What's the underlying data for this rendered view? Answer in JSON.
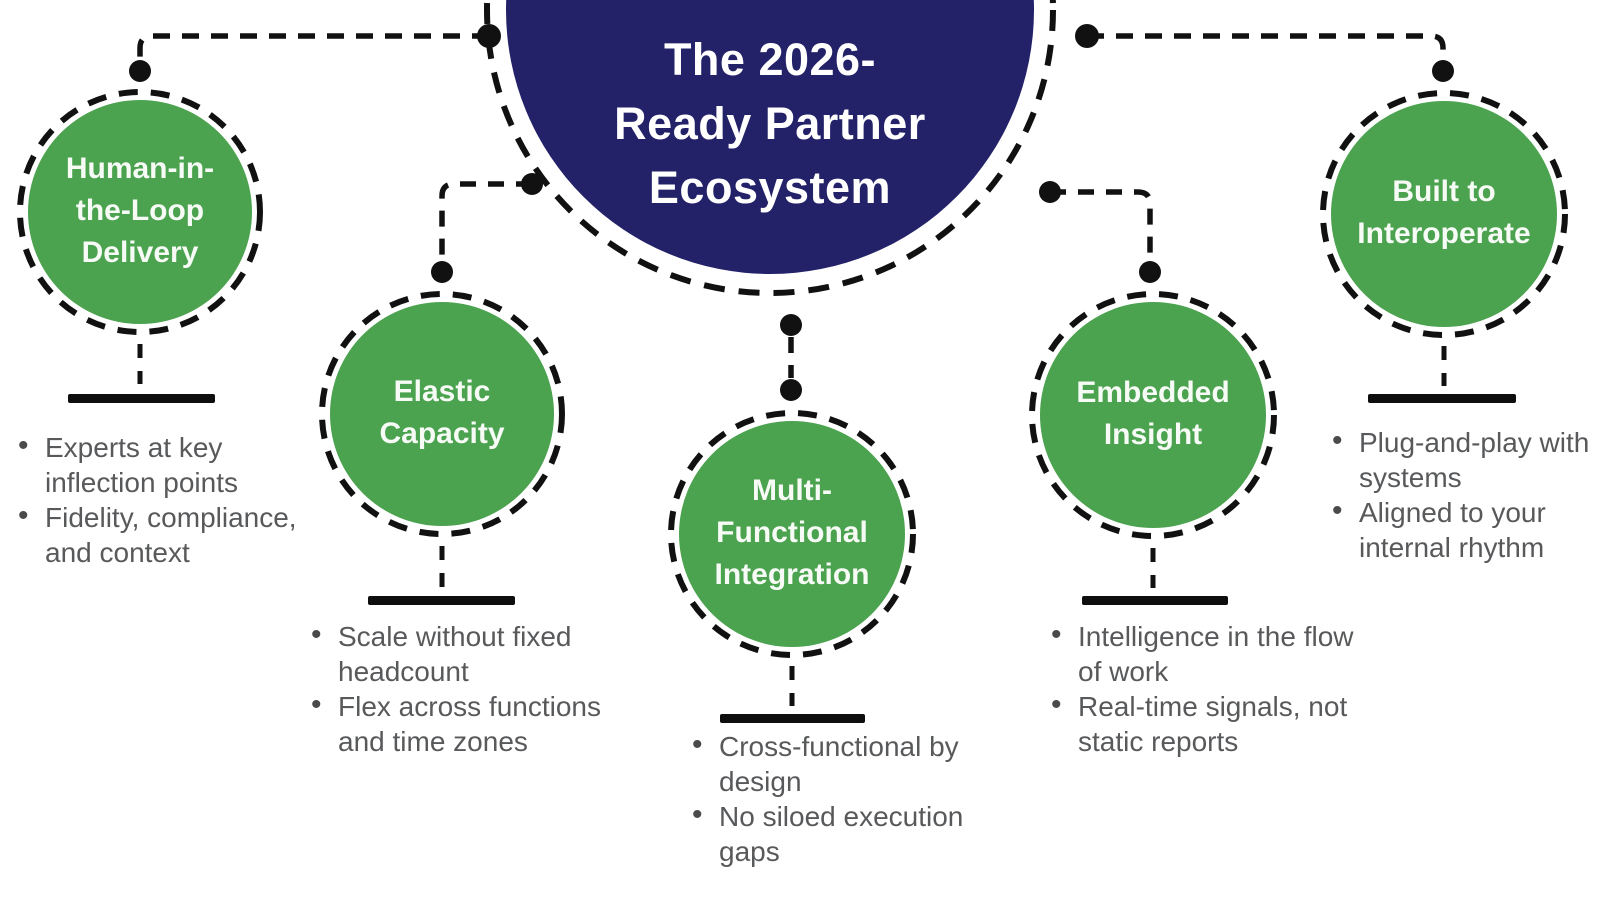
{
  "title": "The 2026-\nReady Partner\nEcosystem",
  "colors": {
    "center_navy": "#232168",
    "node_green": "#4ba24f",
    "bullet_text_gray": "#58595b",
    "connector_black": "#111111",
    "label_white": "#ffffff"
  },
  "nodes": [
    {
      "label": "Human-in-\nthe-Loop\nDelivery",
      "bullets": [
        "Experts at key inflection points",
        "Fidelity, compliance, and context"
      ]
    },
    {
      "label": "Elastic\nCapacity",
      "bullets": [
        "Scale without fixed headcount",
        "Flex across functions and time zones"
      ]
    },
    {
      "label": "Multi-\nFunctional\nIntegration",
      "bullets": [
        "Cross-functional by design",
        "No siloed execution gaps"
      ]
    },
    {
      "label": "Embedded\nInsight",
      "bullets": [
        "Intelligence in the flow of work",
        "Real-time signals, not static reports"
      ]
    },
    {
      "label": "Built to\nInteroperate",
      "bullets": [
        "Plug-and-play with systems",
        "Aligned to your internal rhythm"
      ]
    }
  ]
}
